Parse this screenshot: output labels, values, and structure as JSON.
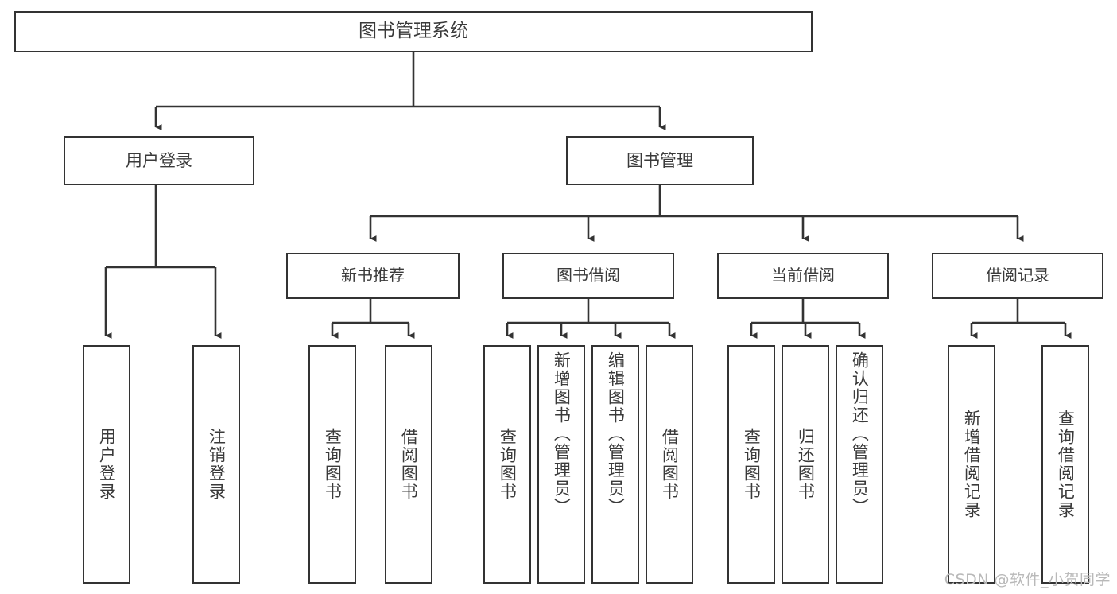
{
  "diagram": {
    "title": "图书管理系统",
    "type": "tree-hierarchy-chart",
    "watermark": "CSDN @软件_小贺同学",
    "colors": {
      "box_border": "#333333",
      "box_fill": "#ffffff",
      "text": "#3a3a3a",
      "connector": "#333333",
      "watermark": "#b9b9b9",
      "background": "#ffffff"
    },
    "root": {
      "id": "root",
      "label": "图书管理系统"
    },
    "level1": [
      {
        "id": "user-login",
        "label": "用户登录"
      },
      {
        "id": "book-management",
        "label": "图书管理"
      }
    ],
    "level2": [
      {
        "id": "new-book-recommend",
        "label": "新书推荐",
        "parent": "book-management"
      },
      {
        "id": "book-borrow",
        "label": "图书借阅",
        "parent": "book-management"
      },
      {
        "id": "current-borrow",
        "label": "当前借阅",
        "parent": "book-management"
      },
      {
        "id": "borrow-record",
        "label": "借阅记录",
        "parent": "book-management"
      }
    ],
    "leaves": [
      {
        "id": "leaf-user-login",
        "label": "用户登录",
        "parent": "user-login"
      },
      {
        "id": "leaf-logout-login",
        "label": "注销登录",
        "parent": "user-login"
      },
      {
        "id": "leaf-query-book-1",
        "label": "查询图书",
        "parent": "new-book-recommend"
      },
      {
        "id": "leaf-borrow-book-1",
        "label": "借阅图书",
        "parent": "new-book-recommend"
      },
      {
        "id": "leaf-query-book-2",
        "label": "查询图书",
        "parent": "book-borrow"
      },
      {
        "id": "leaf-add-book",
        "label": "新增图书（管理员）",
        "parent": "book-borrow"
      },
      {
        "id": "leaf-edit-book",
        "label": "编辑图书（管理员）",
        "parent": "book-borrow"
      },
      {
        "id": "leaf-borrow-book-2",
        "label": "借阅图书",
        "parent": "book-borrow"
      },
      {
        "id": "leaf-query-book-3",
        "label": "查询图书",
        "parent": "current-borrow"
      },
      {
        "id": "leaf-return-book",
        "label": "归还图书",
        "parent": "current-borrow"
      },
      {
        "id": "leaf-confirm-return",
        "label": "确认归还（管理员）",
        "parent": "current-borrow"
      },
      {
        "id": "leaf-add-record",
        "label": "新增借阅记录",
        "parent": "borrow-record"
      },
      {
        "id": "leaf-query-record",
        "label": "查询借阅记录",
        "parent": "borrow-record"
      }
    ]
  }
}
